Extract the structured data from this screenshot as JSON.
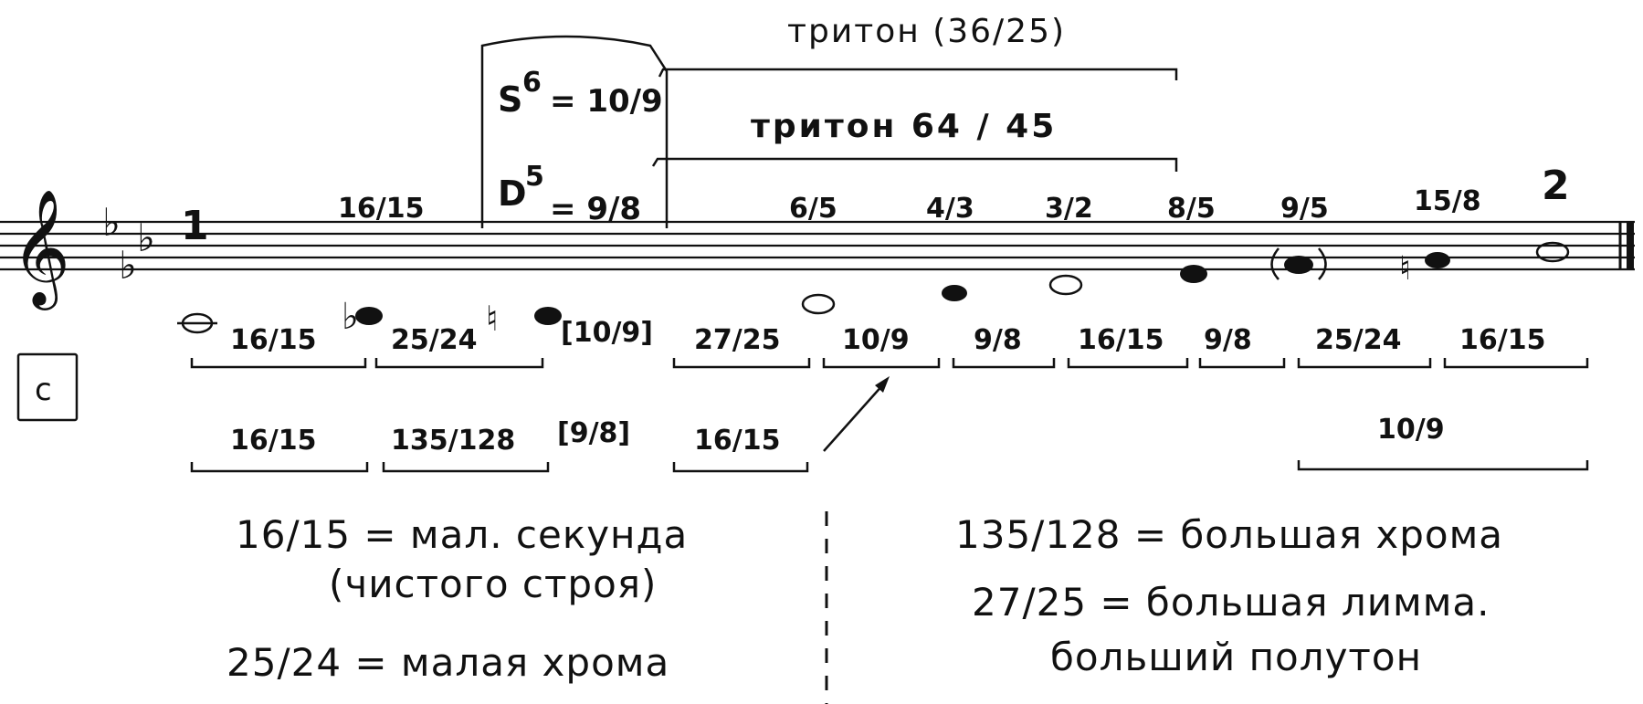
{
  "figure": {
    "key_signature": "c",
    "markers": {
      "first": "1",
      "second": "2"
    },
    "above_staff": {
      "interval_16_15": "16/15",
      "s6": {
        "label": "S",
        "sup": "6",
        "value": "= 10/9"
      },
      "d5": {
        "label": "D",
        "sup": "5",
        "value": "= 9/8"
      },
      "tritone_1": "тритон (36/25)",
      "tritone_2": "тритон 64 / 45",
      "degrees": [
        "6/5",
        "4/3",
        "3/2",
        "8/5",
        "9/5",
        "15/8"
      ]
    },
    "row1": [
      "16/15",
      "25/24",
      "[10/9]",
      "27/25",
      "10/9",
      "9/8",
      "16/15",
      "9/8",
      "25/24",
      "16/15"
    ],
    "row2": [
      "16/15",
      "135/128",
      "[9/8]",
      "16/15"
    ],
    "row2_right": "10/9",
    "legend_left": [
      "16/15 = мал. секунда",
      "(чистого строя)",
      "25/24 = малая хрома"
    ],
    "legend_right": [
      "135/128 = большая хрома",
      "27/25 = большая лимма.",
      "больший полутон"
    ]
  }
}
